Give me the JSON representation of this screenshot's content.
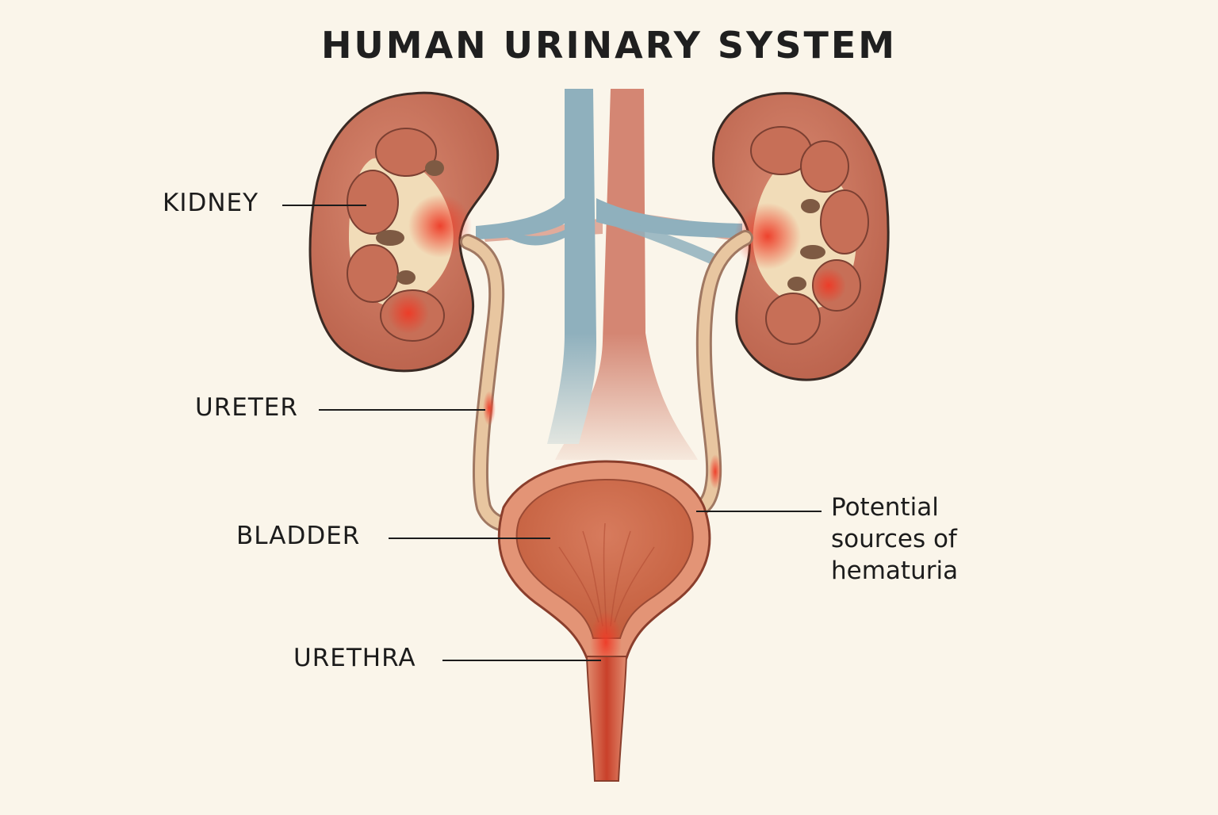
{
  "title": "HUMAN URINARY SYSTEM",
  "labels": {
    "kidney": "KIDNEY",
    "ureter": "URETER",
    "bladder": "BLADDER",
    "urethra": "URETHRA"
  },
  "note": {
    "lines": [
      "Potential",
      "sources of",
      "hematuria"
    ]
  },
  "colors": {
    "background": "#faf5ea",
    "kidney": "#c9705a",
    "bleeding": "#e8402c",
    "vein": "#8fb0bd",
    "artery": "#cf7a66",
    "ureter": "#e8c6a0"
  }
}
